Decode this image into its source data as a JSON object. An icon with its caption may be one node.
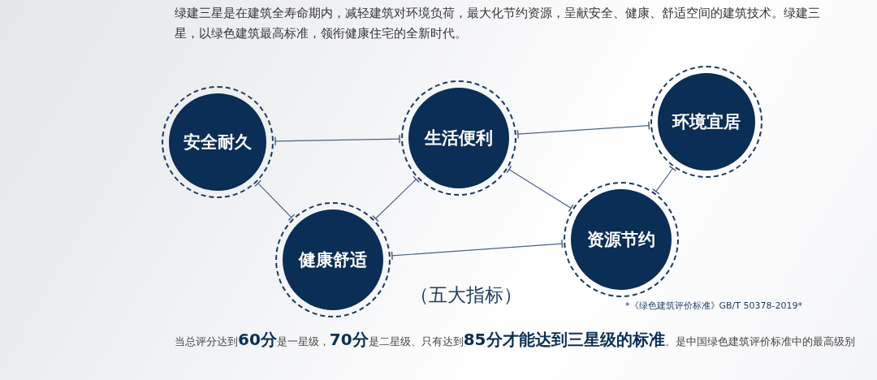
{
  "diagram": {
    "nodes": [
      {
        "text": [
          "安全耐久"
        ]
      },
      {
        "text": [
          "生活便利"
        ]
      },
      {
        "text": [
          "环境宜居"
        ]
      },
      {
        "text": [
          "健康舒适"
        ]
      },
      {
        "text": [
          "资源节约"
        ]
      }
    ],
    "edges": [
      {
        "from": 0,
        "to": 1,
        "arrow": "other"
      },
      {
        "from": 0,
        "to": 3,
        "arrow": "other"
      },
      {
        "from": 3,
        "to": 1,
        "arrow": "other"
      },
      {
        "from": 1,
        "to": 2,
        "arrow": "other"
      },
      {
        "from": 1,
        "to": 4,
        "arrow": "other"
      },
      {
        "from": 3,
        "to": 4,
        "arrow": "other"
      },
      {
        "from": 4,
        "to": 2,
        "arrow": "other"
      }
    ],
    "labels": [
      "绿建三星是在建筑全寿命期内，减轻建筑对环境负荷，最大化节约资源，呈献安全、健康、舒适空间的建筑技术。绿建三星，以绿色建筑最高标准，领衔健康住宅的全新时代。",
      "（五大指标）",
      "*《绿色建筑评价标准》GB/T  50378-2019*",
      "当总评分达到**60分**是一星级，**70分**是二星级、只有达到**85分才能达到三星级的标准**。是中国绿色建筑评价标准中的最高级别"
    ]
  }
}
